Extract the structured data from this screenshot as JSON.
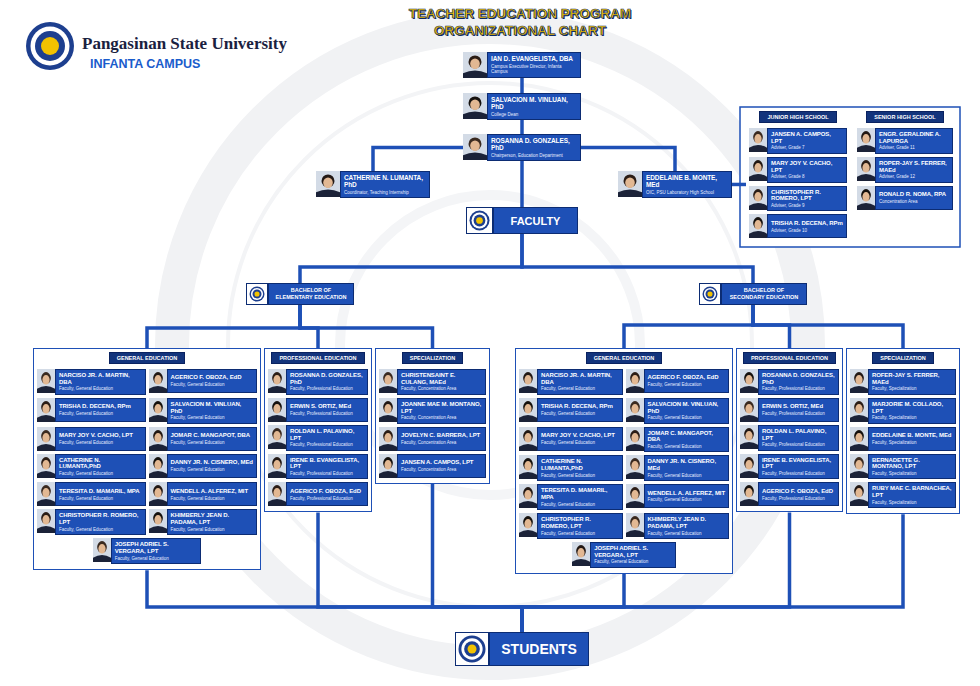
{
  "diagram": {
    "title": "TEACHER EDUCATION PROGRAM ORGANIZATIONAL CHART",
    "nodes": [
      {
        "text": [
          "IAN D. EVANGELISTA, DBA",
          "Campus Executive Director, Infanta Campus"
        ]
      },
      {
        "text": [
          "SALVACION M. VINLUAN, PhD",
          "College Dean"
        ]
      },
      {
        "text": [
          "ROSANNA D. GONZALES, PhD",
          "Chairperson, Education Department"
        ]
      },
      {
        "text": [
          "CATHERINE N. LUMANTA, PhD",
          "Coordinator, Teaching Internship"
        ]
      },
      {
        "text": [
          "EDDELAINE B. MONTE, MEd",
          "OIC, PSU Laboratory High School"
        ]
      },
      {
        "text": [
          "JUNIOR HIGH SCHOOL"
        ]
      },
      {
        "text": [
          "JANSEN A. CAMPOS, LPT",
          "Adviser, Grade 7"
        ],
        "in": 5
      },
      {
        "text": [
          "MARY JOY V. CACHO, LPT",
          "Adviser, Grade 8"
        ],
        "in": 5
      },
      {
        "text": [
          "CHRISTOPHER R. ROMERO, LPT",
          "Adviser, Grade 9"
        ],
        "in": 5
      },
      {
        "text": [
          "TRISHA R. DECENA, RPm",
          "Adviser, Grade 10"
        ],
        "in": 5
      },
      {
        "text": [
          "SENIOR HIGH SCHOOL"
        ]
      },
      {
        "text": [
          "ENGR. GERALDINE A. LAPURGA",
          "Adviser, Grade 11"
        ],
        "in": 10
      },
      {
        "text": [
          "ROPER-JAY S. FERRER, MAEd",
          "Adviser, Grade 12"
        ],
        "in": 10
      },
      {
        "text": [
          "RONALD R. NOMA, RPA",
          "Concentration Area"
        ],
        "in": 10
      },
      {
        "text": [
          "FACULTY"
        ]
      },
      {
        "text": [
          "BACHELOR OF ELEMENTARY EDUCATION"
        ]
      },
      {
        "text": [
          "BACHELOR OF SECONDARY EDUCATION"
        ]
      },
      {
        "text": [
          "GENERAL EDUCATION"
        ]
      },
      {
        "text": [
          "NARCISO JR. A. MARTIN, DBA",
          "Faculty, General Education"
        ],
        "in": 17
      },
      {
        "text": [
          "AGERICO F. OBOZA, EdD",
          "Faculty, General Education"
        ],
        "in": 17
      },
      {
        "text": [
          "TRISHA D. DECENA, RPm",
          "Faculty, General Education"
        ],
        "in": 17
      },
      {
        "text": [
          "SALVACION M. VINLUAN, PhD",
          "Faculty, General Education"
        ],
        "in": 17
      },
      {
        "text": [
          "MARY JOY V. CACHO, LPT",
          "Faculty, General Education"
        ],
        "in": 17
      },
      {
        "text": [
          "JOMAR C. MANGAPOT, DBA",
          "Faculty, General Education"
        ],
        "in": 17
      },
      {
        "text": [
          "CATHERINE N. LUMANTA,PhD",
          "Faculty, General Education"
        ],
        "in": 17
      },
      {
        "text": [
          "DANNY JR. N. CISNERO, MEd",
          "Faculty, General Education"
        ],
        "in": 17
      },
      {
        "text": [
          "TERESITA D. MAMARIL, MPA",
          "Faculty, General Education"
        ],
        "in": 17
      },
      {
        "text": [
          "WENDELL A. ALFEREZ, MIT",
          "Faculty, General Education"
        ],
        "in": 17
      },
      {
        "text": [
          "CHRISTOPHER R. ROMERO, LPT",
          "Faculty, General Education"
        ],
        "in": 17
      },
      {
        "text": [
          "KHIMBERLY JEAN D. PADAMA, LPT",
          "Faculty, General Education"
        ],
        "in": 17
      },
      {
        "text": [
          "JOSEPH ADRIEL S. VERGARA, LPT",
          "Faculty, General Education"
        ],
        "in": 17
      },
      {
        "text": [
          "PROFESSIONAL EDUCATION"
        ]
      },
      {
        "text": [
          "ROSANNA D. GONZALES, PhD",
          "Faculty, Professional Education"
        ],
        "in": 31
      },
      {
        "text": [
          "ERWIN S. ORTIZ, MEd",
          "Faculty, Professional Education"
        ],
        "in": 31
      },
      {
        "text": [
          "ROLDAN L. PALAVINO, LPT",
          "Faculty, Professional Education"
        ],
        "in": 31
      },
      {
        "text": [
          "IRENE B. EVANGELISTA, LPT",
          "Faculty, Professional Education"
        ],
        "in": 31
      },
      {
        "text": [
          "AGERICO F. OBOZA, EdD",
          "Faculty, Professional Education"
        ],
        "in": 31
      },
      {
        "text": [
          "SPECIALIZATION"
        ]
      },
      {
        "text": [
          "CHRISTENSAINT E. CULANG, MAEd",
          "Faculty, Concentration Area"
        ],
        "in": 37
      },
      {
        "text": [
          "JOANNE MAE M. MONTANO, LPT",
          "Faculty, Concentration Area"
        ],
        "in": 37
      },
      {
        "text": [
          "JOVELYN C. BARRERA, LPT",
          "Faculty, Concentration Area"
        ],
        "in": 37
      },
      {
        "text": [
          "JANSEN A. CAMPOS, LPT",
          "Faculty, Concentration Area"
        ],
        "in": 37
      },
      {
        "text": [
          "GENERAL EDUCATION"
        ]
      },
      {
        "text": [
          "NARCISO JR. A. MARTIN, DBA",
          "Faculty, General Education"
        ],
        "in": 42
      },
      {
        "text": [
          "AGERICO F. OBOZA, EdD",
          "Faculty, General Education"
        ],
        "in": 42
      },
      {
        "text": [
          "TRISHA R. DECENA, RPm",
          "Faculty, General Education"
        ],
        "in": 42
      },
      {
        "text": [
          "SALVACION M. VINLUAN, PhD",
          "Faculty, General Education"
        ],
        "in": 42
      },
      {
        "text": [
          "MARY JOY V. CACHO, LPT",
          "Faculty, General Education"
        ],
        "in": 42
      },
      {
        "text": [
          "JOMAR C. MANGAPOT, DBA",
          "Faculty, General Education"
        ],
        "in": 42
      },
      {
        "text": [
          "CATHERINE N. LUMANTA,PhD",
          "Faculty, General Education"
        ],
        "in": 42
      },
      {
        "text": [
          "DANNY JR. N. CISNERO, MEd",
          "Faculty, General Education"
        ],
        "in": 42
      },
      {
        "text": [
          "TERESITA D. MAMARIL, MPA",
          "Faculty, General Education"
        ],
        "in": 42
      },
      {
        "text": [
          "WENDELL A. ALFEREZ, MIT",
          "Faculty, General Education"
        ],
        "in": 42
      },
      {
        "text": [
          "CHRISTOPHER R. ROMERO, LPT",
          "Faculty, General Education"
        ],
        "in": 42
      },
      {
        "text": [
          "KHIMBERLY JEAN D. PADAMA, LPT",
          "Faculty, General Education"
        ],
        "in": 42
      },
      {
        "text": [
          "JOSEPH ADRIEL S. VERGARA, LPT",
          "Faculty, General Education"
        ],
        "in": 42
      },
      {
        "text": [
          "PROFESSIONAL EDUCATION"
        ]
      },
      {
        "text": [
          "ROSANNA D. GONZALES, PhD",
          "Faculty, Professional Education"
        ],
        "in": 56
      },
      {
        "text": [
          "ERWIN S. ORTIZ, MEd",
          "Faculty, Professional Education"
        ],
        "in": 56
      },
      {
        "text": [
          "ROLDAN L. PALAVINO, LPT",
          "Faculty, Professional Education"
        ],
        "in": 56
      },
      {
        "text": [
          "IRENE B. EVANGELISTA, LPT",
          "Faculty, Professional Education"
        ],
        "in": 56
      },
      {
        "text": [
          "AGERICO F. OBOZA, EdD",
          "Faculty, Professional Education"
        ],
        "in": 56
      },
      {
        "text": [
          "SPECIALIZATION"
        ]
      },
      {
        "text": [
          "ROFER-JAY S. FERRER, MAEd",
          "Faculty, Specialization"
        ],
        "in": 62
      },
      {
        "text": [
          "MARJORIE M. COLLADO, LPT",
          "Faculty, Specialization"
        ],
        "in": 62
      },
      {
        "text": [
          "EDDELAINE B. MONTE, MEd",
          "Faculty, Specialization"
        ],
        "in": 62
      },
      {
        "text": [
          "BERNADETTE G. MONTANO, LPT",
          "Faculty, Specialization"
        ],
        "in": 62
      },
      {
        "text": [
          "RUBY MAE C. BARNACHEA, LPT",
          "Faculty, Specialization"
        ],
        "in": 62
      },
      {
        "text": [
          "STUDENTS"
        ]
      }
    ],
    "edges": [
      {
        "from": 0,
        "to": 1,
        "arrow": "none"
      },
      {
        "from": 1,
        "to": 2,
        "arrow": "none"
      },
      {
        "from": 2,
        "to": 3,
        "arrow": "none"
      },
      {
        "from": 2,
        "to": 4,
        "arrow": "none"
      },
      {
        "from": 2,
        "to": 14,
        "arrow": "none"
      },
      {
        "from": 4,
        "to": 5,
        "arrow": "none"
      },
      {
        "from": 14,
        "to": 15,
        "arrow": "none"
      },
      {
        "from": 14,
        "to": 16,
        "arrow": "none"
      },
      {
        "from": 15,
        "to": 17,
        "arrow": "none"
      },
      {
        "from": 15,
        "to": 31,
        "arrow": "none"
      },
      {
        "from": 15,
        "to": 37,
        "arrow": "none"
      },
      {
        "from": 16,
        "to": 42,
        "arrow": "none"
      },
      {
        "from": 16,
        "to": 56,
        "arrow": "none"
      },
      {
        "from": 16,
        "to": 62,
        "arrow": "none"
      },
      {
        "from": 17,
        "to": 68,
        "arrow": "none"
      },
      {
        "from": 31,
        "to": 68,
        "arrow": "none"
      },
      {
        "from": 37,
        "to": 68,
        "arrow": "none"
      },
      {
        "from": 42,
        "to": 68,
        "arrow": "none"
      },
      {
        "from": 56,
        "to": 68,
        "arrow": "none"
      },
      {
        "from": 62,
        "to": 68,
        "arrow": "none"
      }
    ],
    "labels": [
      "Pangasinan State University",
      "INFANTA CAMPUS"
    ]
  }
}
